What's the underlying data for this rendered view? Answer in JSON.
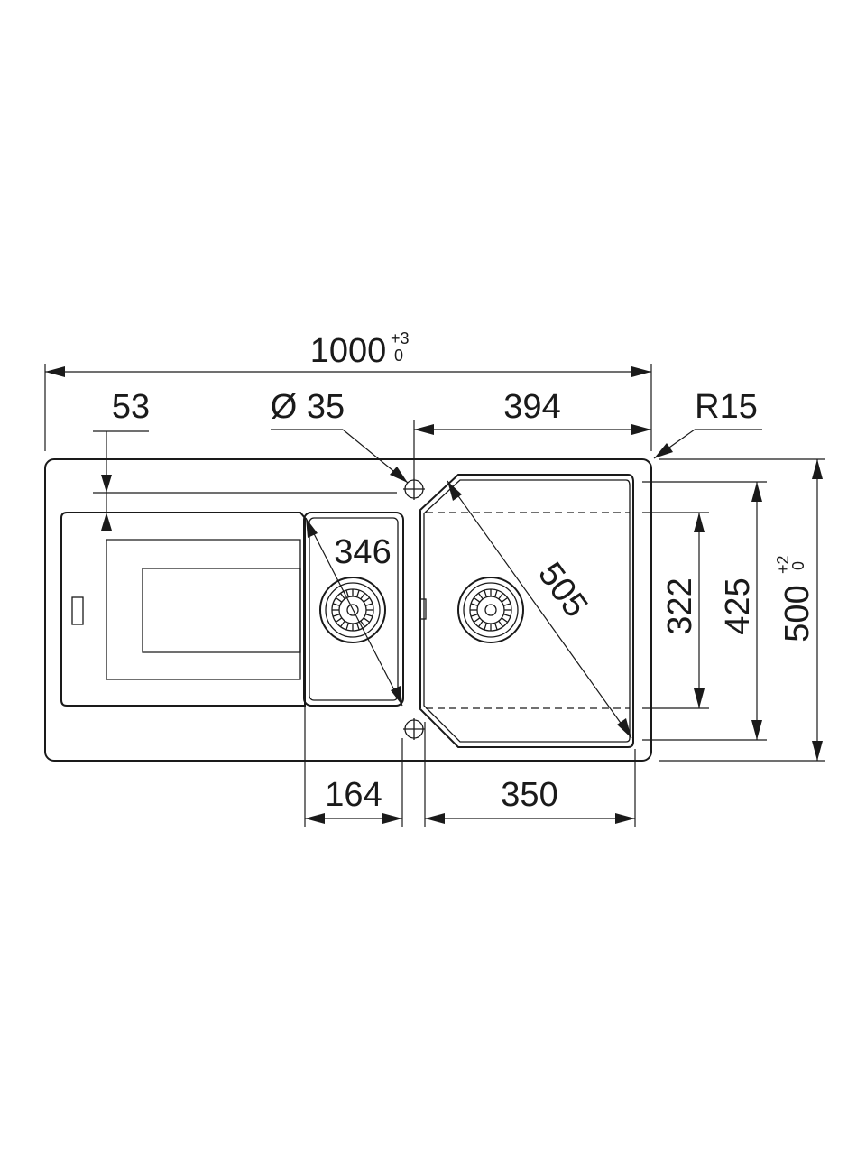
{
  "dimensions": {
    "overall_width": "1000",
    "overall_width_tol_plus": "+3",
    "overall_width_tol_minus": "0",
    "drainer_offset": "53",
    "hole_diameter": "Ø 35",
    "right_hole_to_edge": "394",
    "corner_radius": "R15",
    "small_bowl_diag": "346",
    "main_bowl_diag": "505",
    "bowl_flat_depth": "322",
    "bowl_depth": "425",
    "overall_depth": "500",
    "overall_depth_tol_plus": "+2",
    "overall_depth_tol_minus": "0",
    "small_bowl_width": "164",
    "main_bowl_width": "350"
  }
}
